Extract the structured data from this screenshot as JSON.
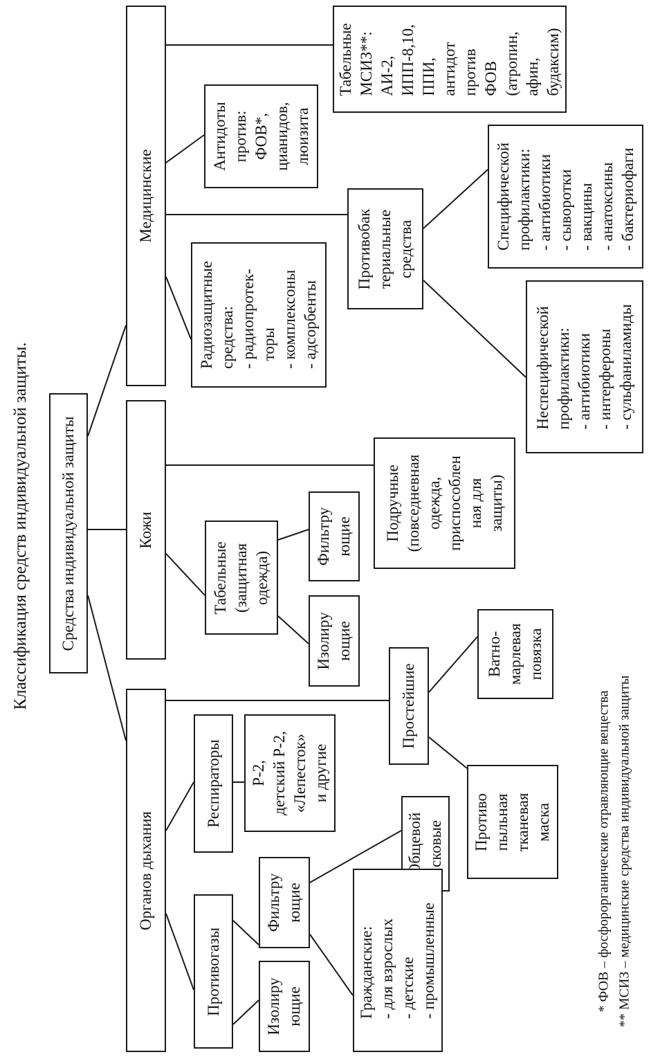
{
  "title": "Классификация средств индивидуальной защиты.",
  "nodes": {
    "root": "Средства индивидуальной защиты",
    "resp": "Органов дыхания",
    "skin": "Кожи",
    "med": "Медицинские",
    "protivogazy": "Противогазы",
    "respiratory": "Респираторы",
    "resp_models": "Р-2,\nдетский Р-2,\n«Лепесток»\nи другие",
    "prosteishie": "Простейшие",
    "iso_gas": "Изолиру\nющие",
    "filter_gas": "Фильтру\nющие",
    "general": "Общевой\nсковые",
    "civil": "Гражданские:\n- для взрослых\n- детские\n- промышленные",
    "dust_mask": "Противо\nпыльная\nтканевая\nмаска",
    "bandage": "Ватно-\nмарлевая\nповязка",
    "tabel_clothes": "Табельные\n(защитная\nодежда)",
    "iso_cloth": "Изолиру\nющие",
    "filter_cloth": "Фильтру\nющие",
    "improvised": "Подручные\n(повседневная\nодежда,\nприспособлен\nная для\nзащиты)",
    "radioprotective": "Радиозащитные\nсредства:\n- радиопротек-\n  торы\n- комплексоны\n- адсорбенты",
    "antibacterial": "Противобак\nтериальные\nсредства",
    "nonspecific": "Неспецифической\nпрофилактики:\n- антибиотики\n- интерфероны\n- сульфаниламиды",
    "specific": "Специфической\nпрофилактики:\n- антибиотики\n- сыворотки\n- вакцины\n- анатоксины\n- бактериофаги",
    "antidotes": "Антидоты\nпротив:\nФОВ*,\nцианидов,\nлюизита",
    "msiz": "Табельные\nМСИЗ**:\nАИ-2,\nИПП-8,10,\nППИ,\nантидот\nпротив\nФОВ\n(атропин,\nафин,\nбудаксим)"
  },
  "footnotes": [
    "* ФОВ – фосфорорганические отравляющие вещества",
    "** МСИЗ – медицинские средства индивидуальной защиты"
  ]
}
